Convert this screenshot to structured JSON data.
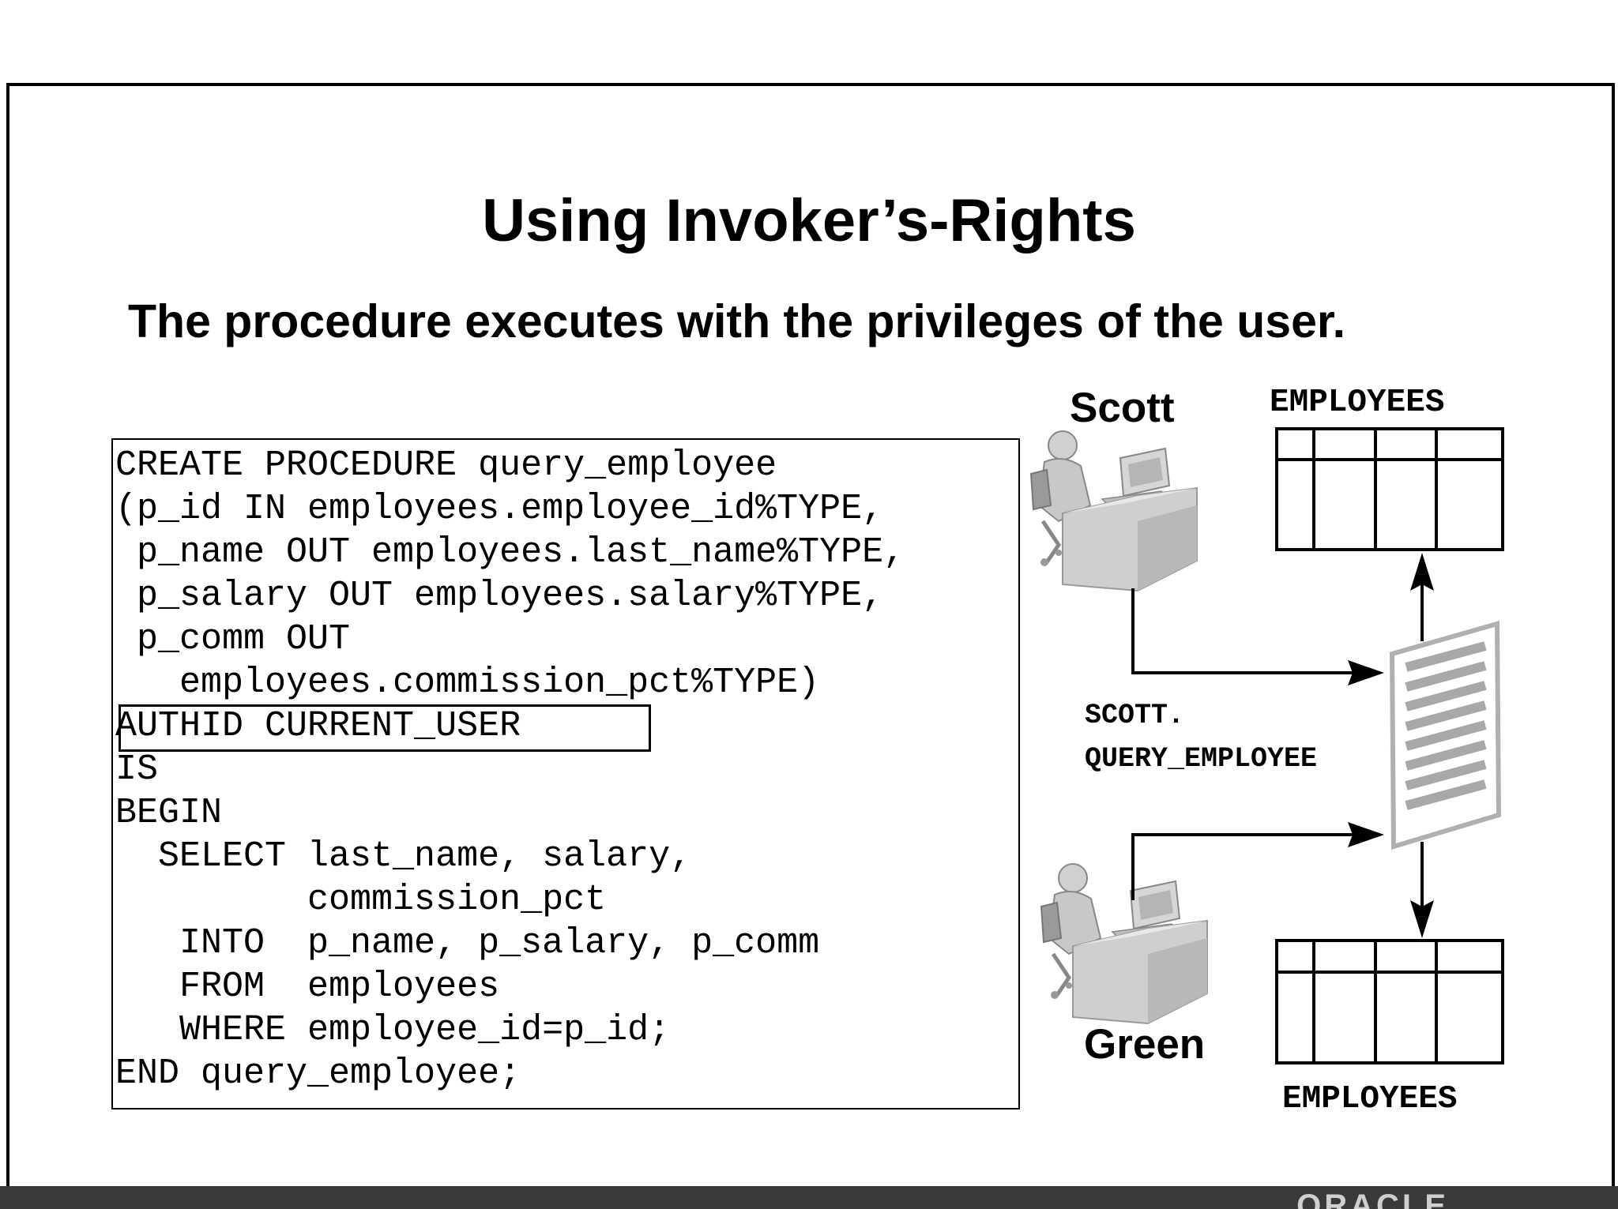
{
  "slide": {
    "title": "Using Invoker’s-Rights",
    "subtitle": "The procedure executes with the privileges of the user."
  },
  "code": {
    "lines": [
      "CREATE PROCEDURE query_employee",
      "(p_id IN employees.employee_id%TYPE,",
      " p_name OUT employees.last_name%TYPE,",
      " p_salary OUT employees.salary%TYPE,",
      " p_comm OUT",
      "   employees.commission_pct%TYPE)",
      "AUTHID CURRENT_USER",
      "IS",
      "BEGIN",
      "  SELECT last_name, salary,",
      "         commission_pct",
      "   INTO  p_name, p_salary, p_comm",
      "   FROM  employees",
      "   WHERE employee_id=p_id;",
      "END query_employee;"
    ]
  },
  "diagram": {
    "user_top": "Scott",
    "user_bottom": "Green",
    "table_top_label": "EMPLOYEES",
    "table_bottom_label": "EMPLOYEES",
    "procedure_label_line1": "SCOTT.",
    "procedure_label_line2": "QUERY_EMPLOYEE"
  },
  "footer": {
    "logo": "ORACLE"
  }
}
